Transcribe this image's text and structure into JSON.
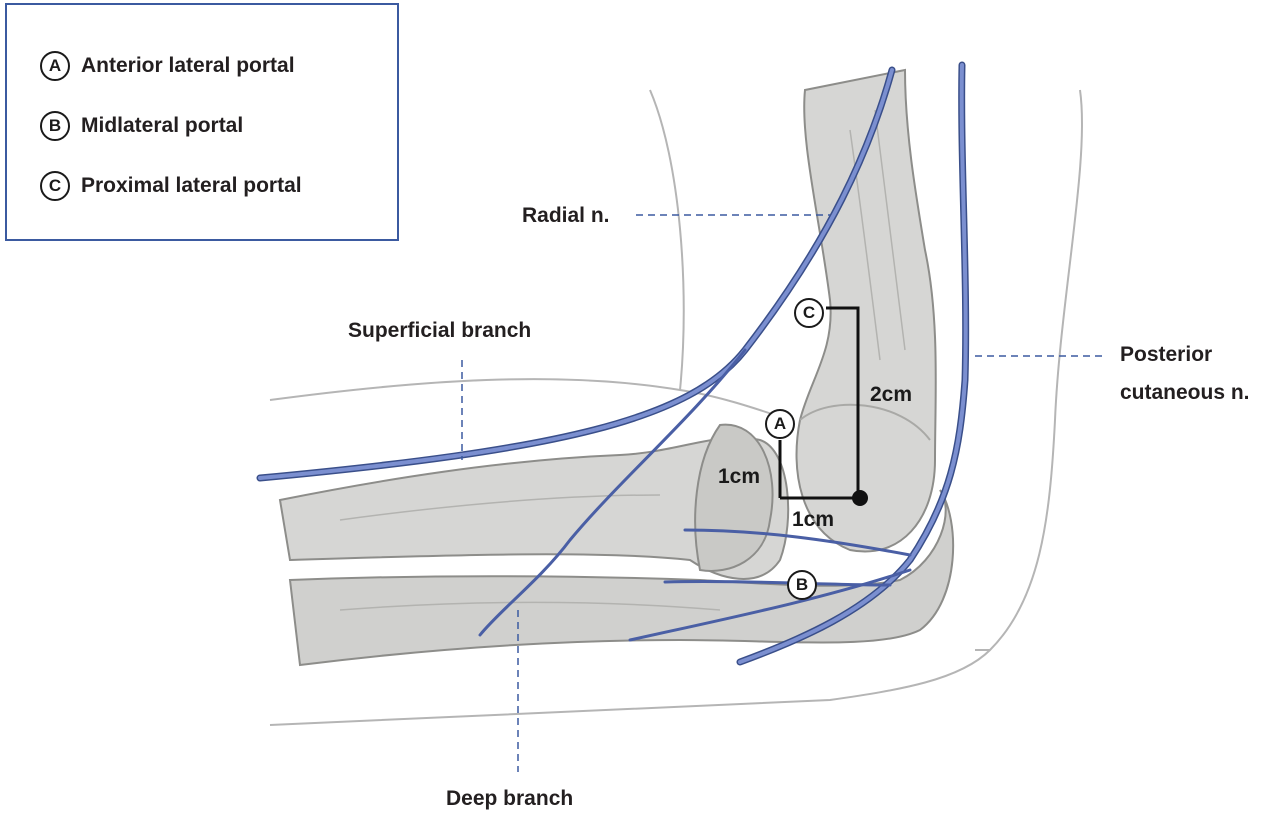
{
  "legend": {
    "items": [
      {
        "marker": "A",
        "label": "Anterior lateral portal"
      },
      {
        "marker": "B",
        "label": "Midlateral portal"
      },
      {
        "marker": "C",
        "label": "Proximal lateral portal"
      }
    ]
  },
  "labels": {
    "radial_nerve": "Radial n.",
    "superficial_branch": "Superficial branch",
    "deep_branch": "Deep branch",
    "posterior_cutaneous_line1": "Posterior",
    "posterior_cutaneous_line2": "cutaneous n."
  },
  "portal_markers": {
    "a": "A",
    "b": "B",
    "c": "C"
  },
  "dimensions": {
    "a_vertical": "1cm",
    "a_horizontal": "1cm",
    "c_vertical": "2cm"
  },
  "colors": {
    "nerve": "#5a6fb5",
    "nerve_outline": "#3a4f8a",
    "bone": "#d6d6d4",
    "bone_shadow": "#a9a9a6",
    "skin_outline": "#b5b5b5",
    "legend_border": "#3b5aa0",
    "text": "#231f20"
  }
}
